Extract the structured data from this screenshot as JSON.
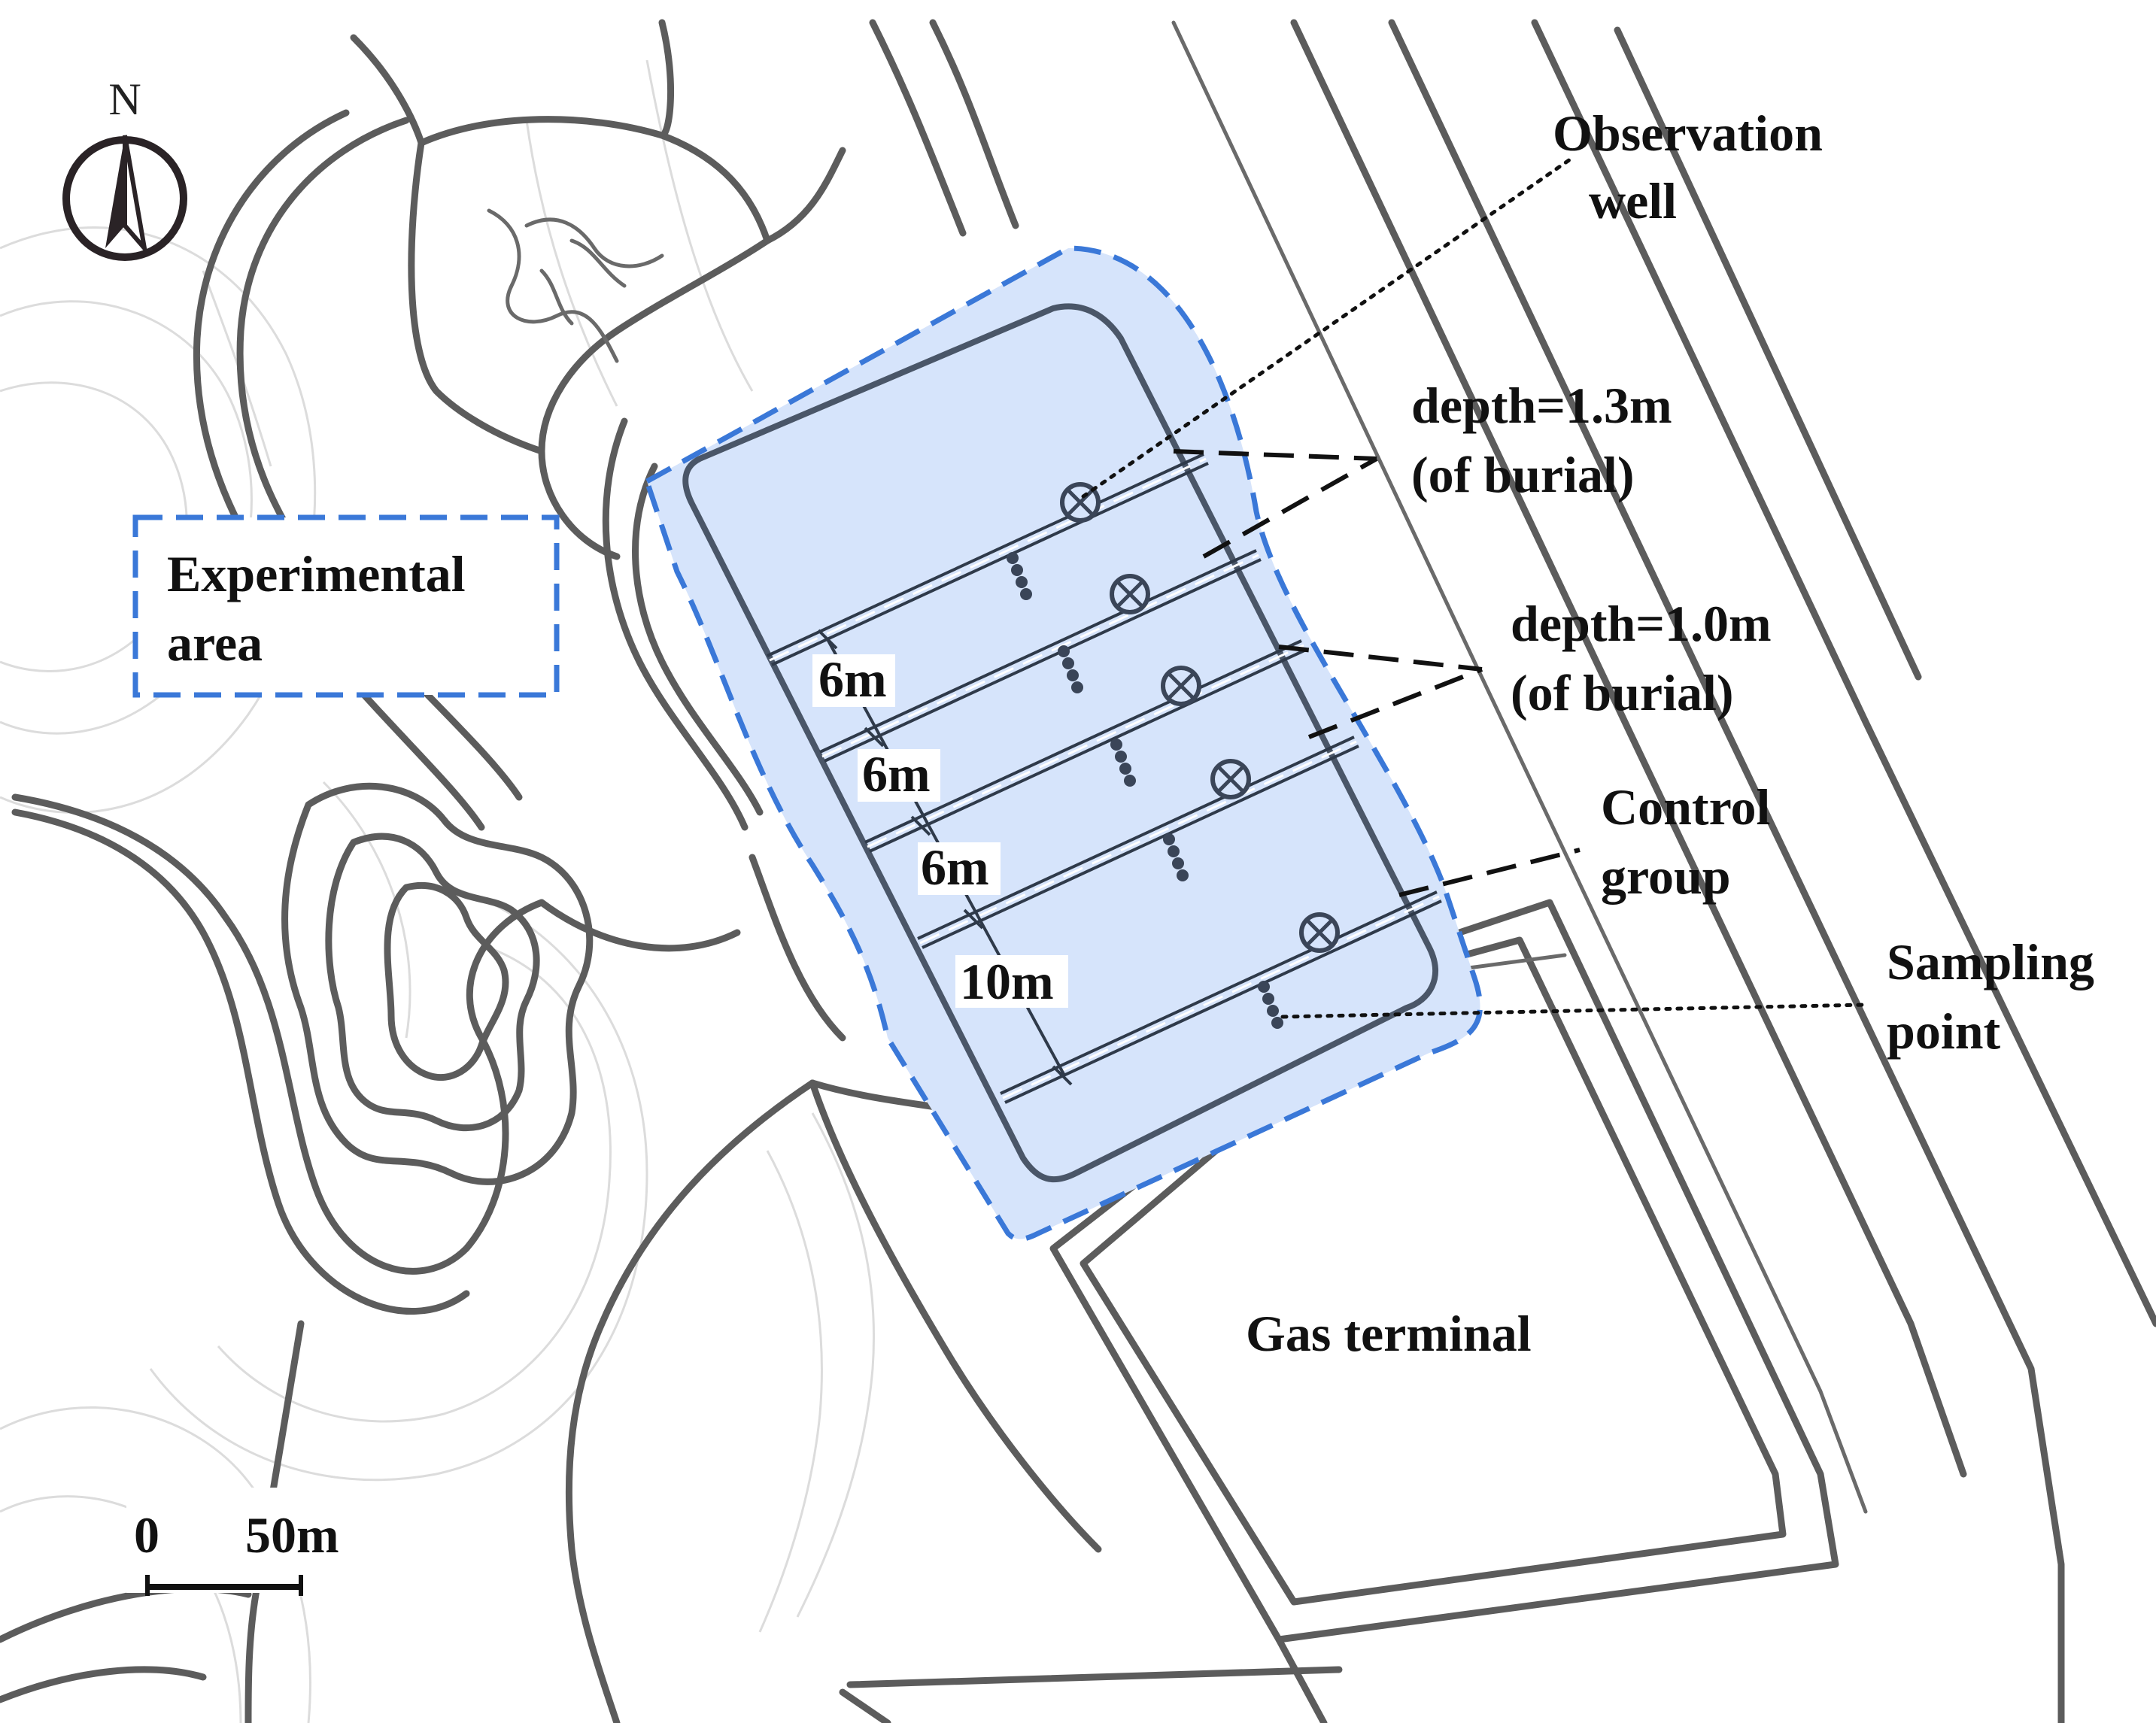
{
  "labels": {
    "north": "N",
    "observation_well_line1": "Observation",
    "observation_well_line2": "well",
    "depth13_line1": "depth=1.3m",
    "depth13_line2": "(of burial)",
    "depth10_line1": "depth=1.0m",
    "depth10_line2": "(of burial)",
    "control_group_line1": "Control",
    "control_group_line2": "group",
    "sampling_point_line1": "Sampling",
    "sampling_point_line2": "point",
    "experimental_area_line1": "Experimental",
    "experimental_area_line2": "area",
    "gas_terminal": "Gas terminal",
    "spacing_1": "6m",
    "spacing_2": "6m",
    "spacing_3": "6m",
    "spacing_4": "10m",
    "scale_zero": "0",
    "scale_end": "50m"
  },
  "colors": {
    "experimental_fill": "#d6e4fb",
    "experimental_border": "#3a78d8",
    "road": "#5c5c5c",
    "contour": "#dcdcdc",
    "text": "#111111"
  },
  "icons": {
    "compass": "north-arrow-icon",
    "well": "observation-well-icon"
  }
}
